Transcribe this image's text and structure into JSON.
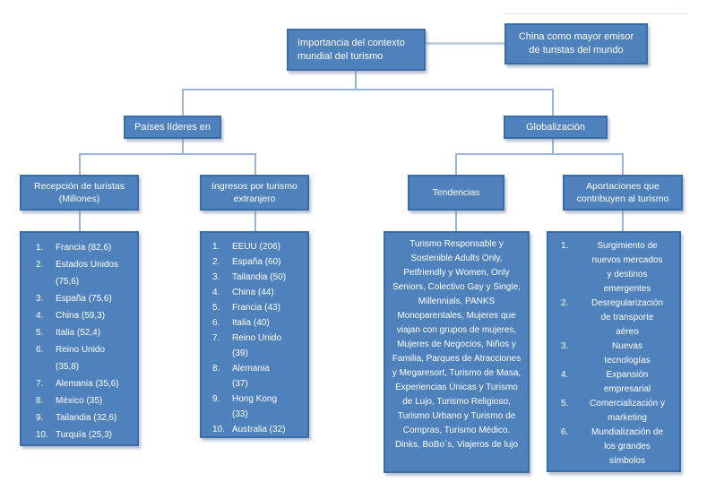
{
  "colors": {
    "node_fill": "#4f81bd",
    "node_border": "#3a6da8",
    "connector": "#9cb3d3",
    "connector_light": "#c2cfe3",
    "text": "#ffffff"
  },
  "root": {
    "label": "Importancia del contexto mundial del turismo"
  },
  "china_note": {
    "label": "China como mayor emisor de turistas del mundo"
  },
  "paises": {
    "label": "Países líderes en"
  },
  "globalizacion": {
    "label": "Globalización"
  },
  "recepcion": {
    "title": "Recepción de turistas (Millones)",
    "items": [
      "Francia (82,6)",
      "Estados Unidos\n(75,6)",
      "España (75,6)",
      "China (59,3)",
      "Italia (52,4)",
      "Reino Unido\n(35,8)",
      "Alemania (35,6)",
      "México (35)",
      "Tailandia (32,6)",
      "Turquía (25,3)"
    ]
  },
  "ingresos": {
    "title": "Ingresos por turismo extranjero",
    "items": [
      "EEUU (206)",
      "España (60)",
      "Tailandia (50)",
      "China (44)",
      "Francia (43)",
      "Italia (40)",
      "Reino Unido\n(39)",
      "Alemania\n(37)",
      "Hong Kong\n(33)",
      "Australia (32)"
    ]
  },
  "tendencias": {
    "title": "Tendencias",
    "text": "Turismo Responsable y Sostenible Adults Only, Petfriendly y Women, Only Seniors, Colectivo Gay y Single, Millennials, PANKS Monoparentales, Mujeres que viajan con grupos de mujeres, Mujeres de Negocios, Niños y Familia, Parques de Atracciones y Megaresort, Turismo de Masa, Experiencias Únicas y Turismo de Lujo, Turismo Religioso, Turismo Urbano y Turismo de Compras, Turismo Médico. Dinks, BoBo´s, Viajeros de lujo"
  },
  "aportaciones": {
    "title": "Aportaciones que contribuyen al turismo",
    "items": [
      "Surgimiento de\nnuevos mercados\ny destinos\nemergentes",
      "Desregularización\nde transporte\naéreo",
      "Nuevas\ntecnologías",
      "Expansión\nempresarial",
      "Comercialización y\nmarketing",
      "Mundialización de\nlos grandes\nsímbolos"
    ]
  }
}
